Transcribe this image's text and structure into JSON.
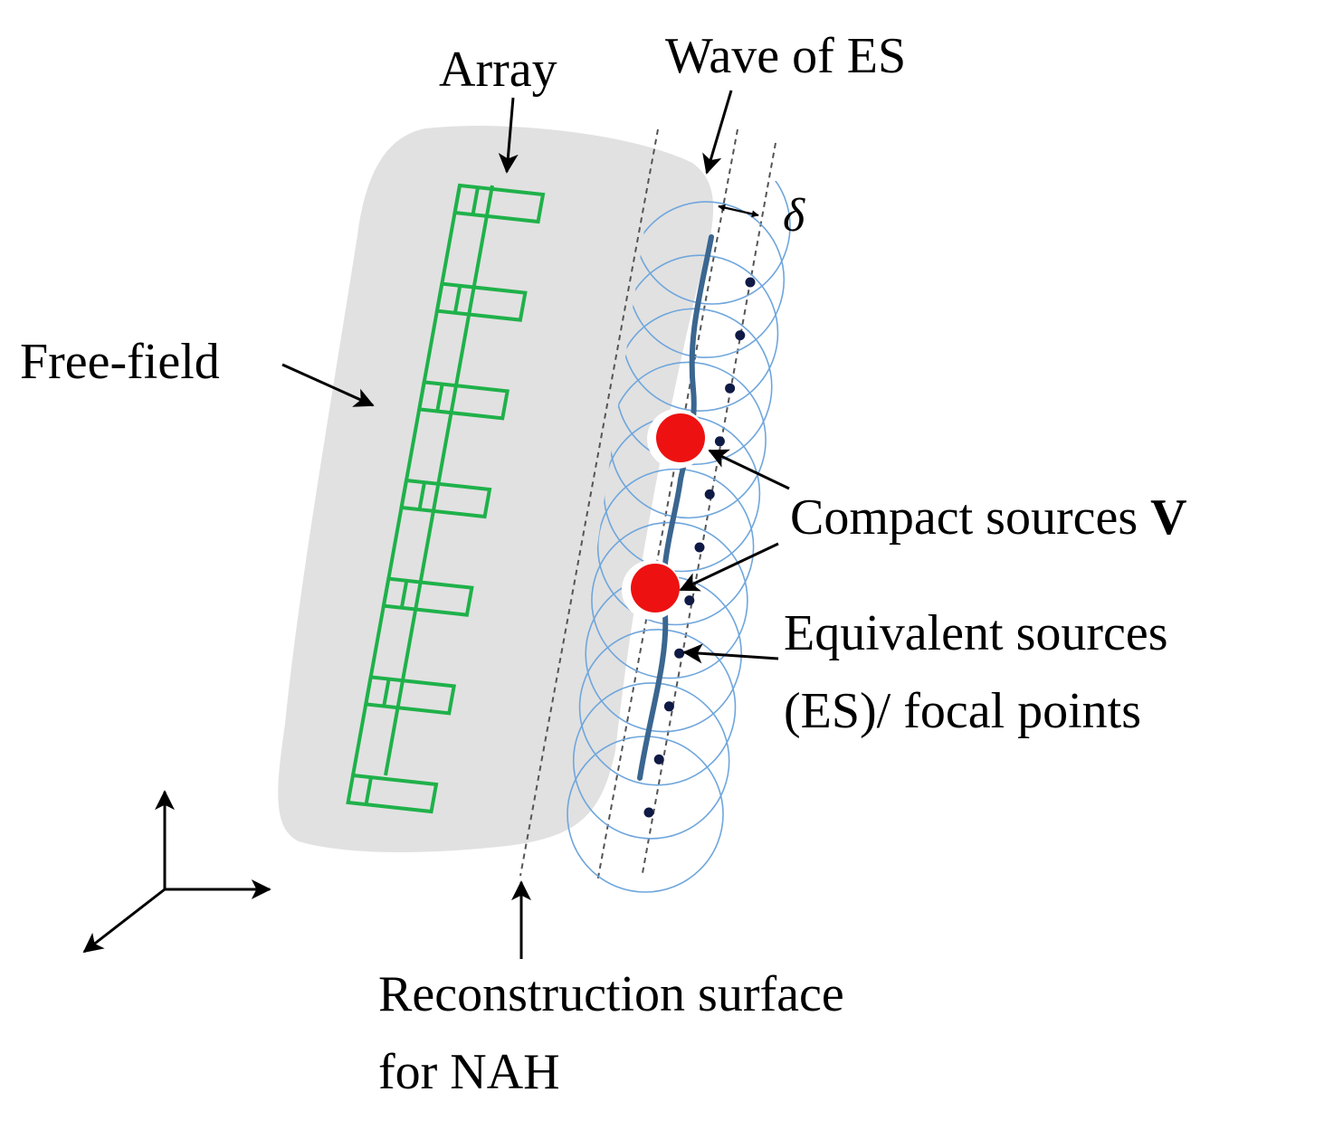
{
  "labels": {
    "array": "Array",
    "wave_of_es": "Wave of ES",
    "delta": "δ",
    "free_field": "Free-field",
    "compact_sources": "Compact sources",
    "compact_sources_symbol": "V",
    "equivalent_sources_line1": "Equivalent sources",
    "equivalent_sources_line2": "(ES)/ focal points",
    "reconstruction_line1": "Reconstruction surface",
    "reconstruction_line2": "for NAH"
  },
  "colors": {
    "free_field_region": "#e1e1e1",
    "array": "#1fb14a",
    "wave_arcs": "#6fa6dc",
    "source_surface": "#3a6690",
    "focal_points": "#0f1a45",
    "compact_sources": "#ee1111",
    "arrows": "#000000",
    "dashed_lines": "#555555"
  },
  "icons": {
    "axes": "3d-axes-icon"
  }
}
